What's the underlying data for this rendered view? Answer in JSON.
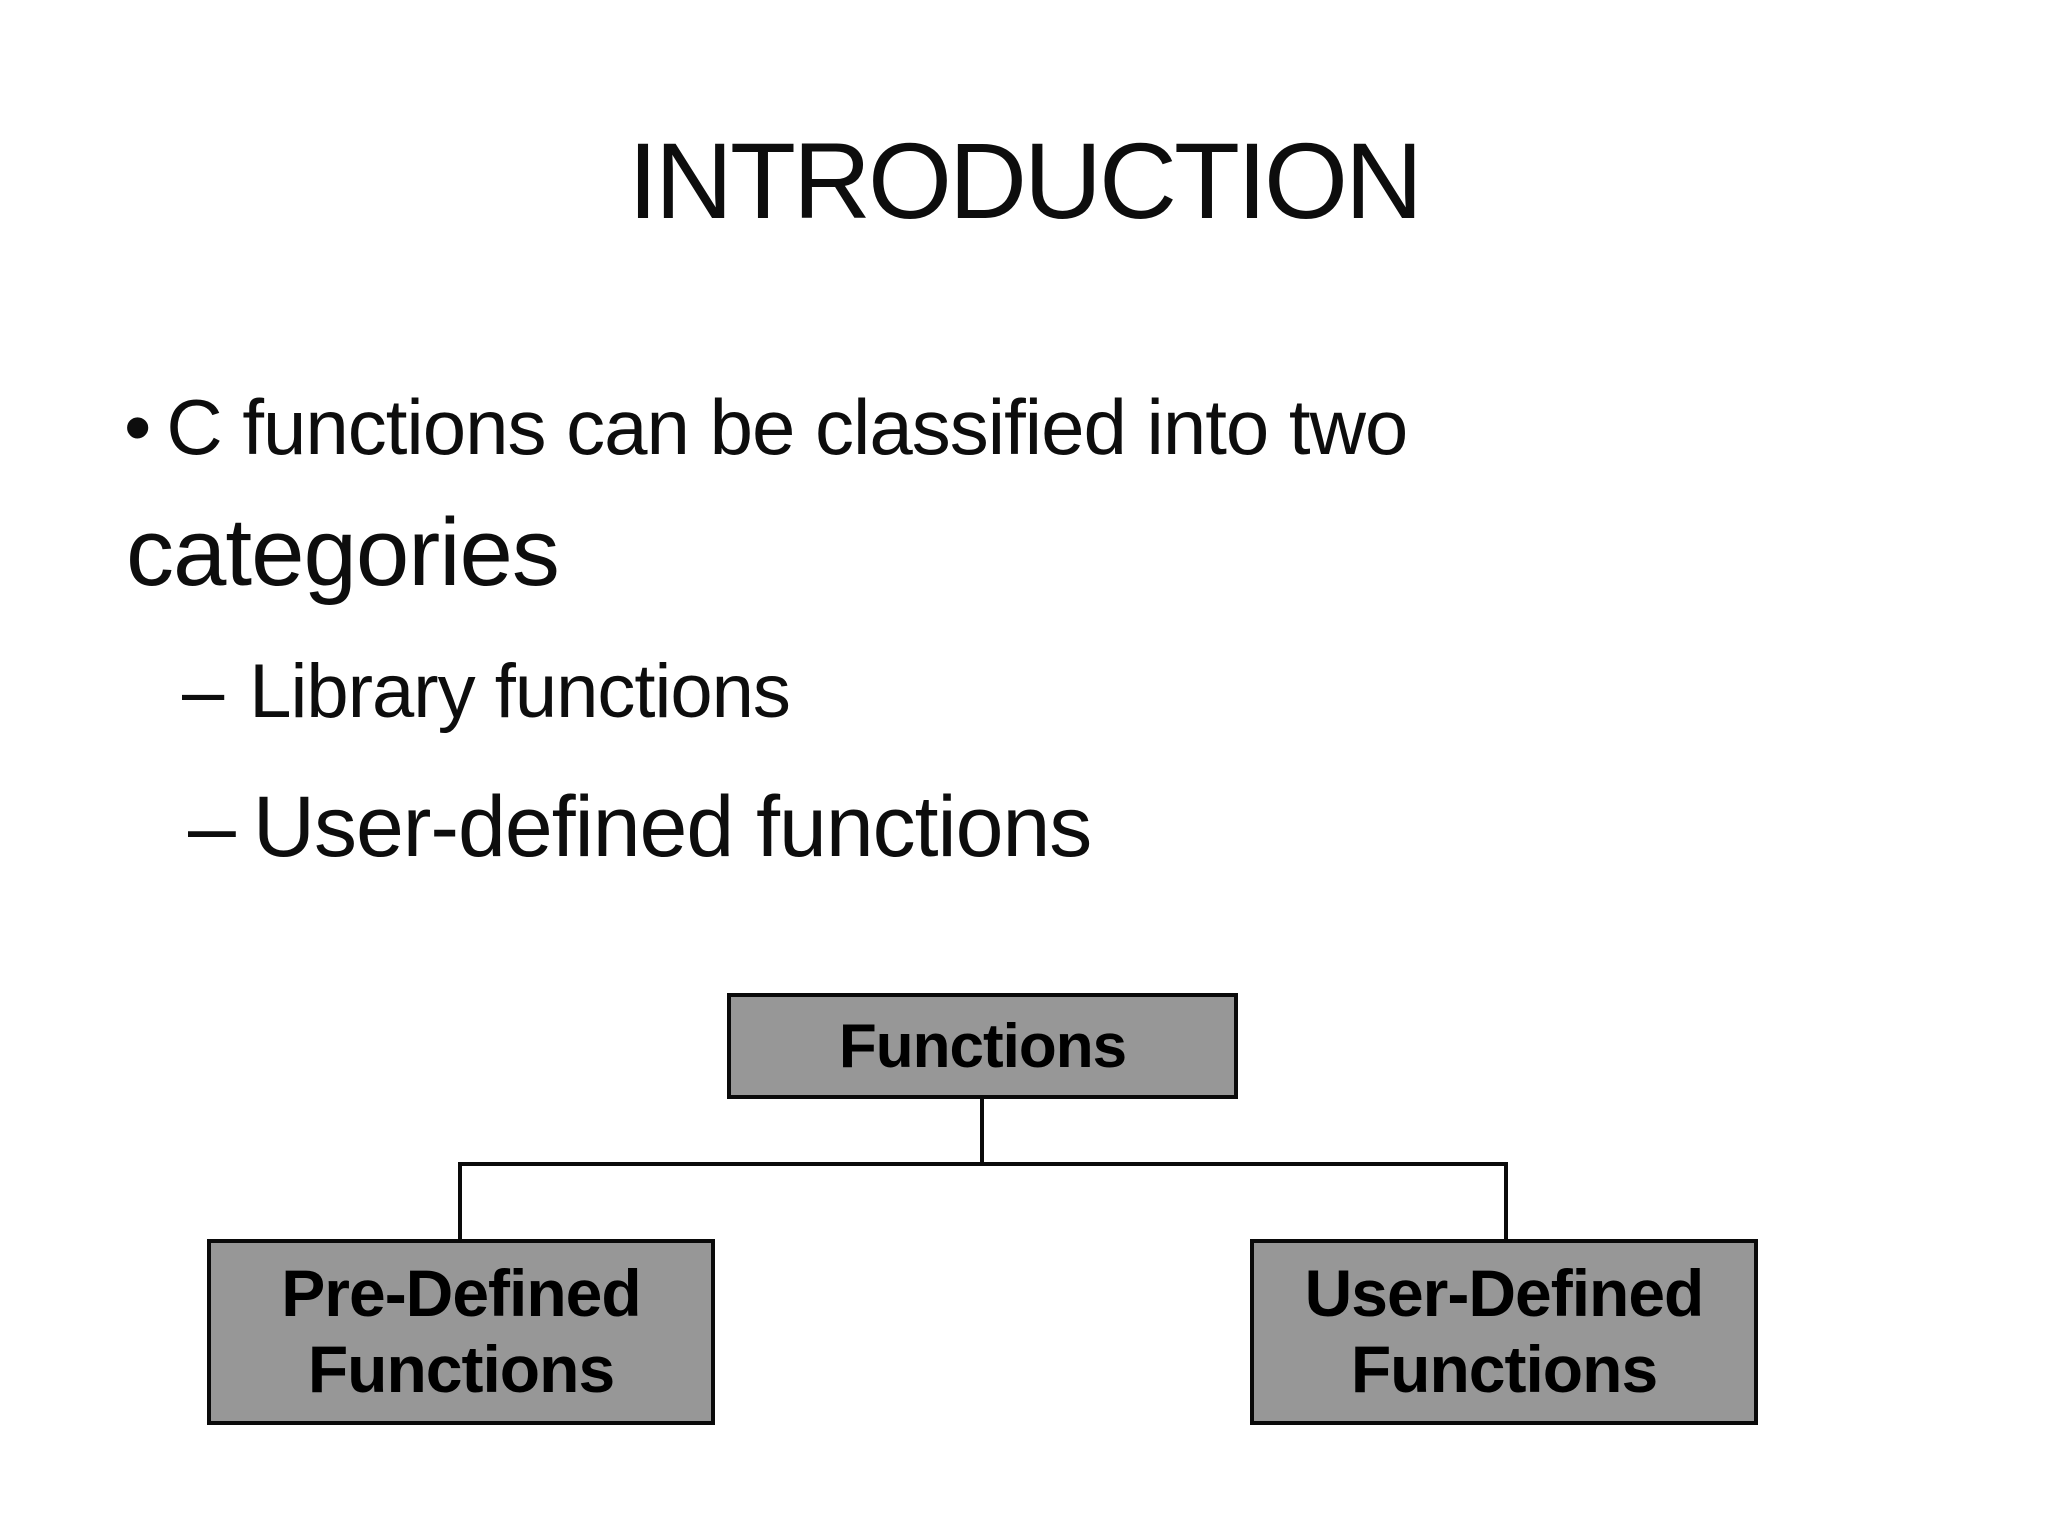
{
  "title": "INTRODUCTION",
  "content": {
    "bullet_marker": "•",
    "dash_marker": "–",
    "bullet_line1": "C functions can be classified into two",
    "bullet_line2": "categories",
    "sub_bullet_1": "Library functions",
    "sub_bullet_2": "User-defined functions"
  },
  "diagram": {
    "root_label": "Functions",
    "left_child": {
      "line1": "Pre-Defined",
      "line2": "Functions"
    },
    "right_child": {
      "line1": "User-Defined",
      "line2": "Functions"
    },
    "colors": {
      "box_fill": "#979797",
      "line_color": "#0a0a0a",
      "box_text": "#000000",
      "slide_background": "#ffffff",
      "body_text": "#0d0d0d"
    }
  }
}
